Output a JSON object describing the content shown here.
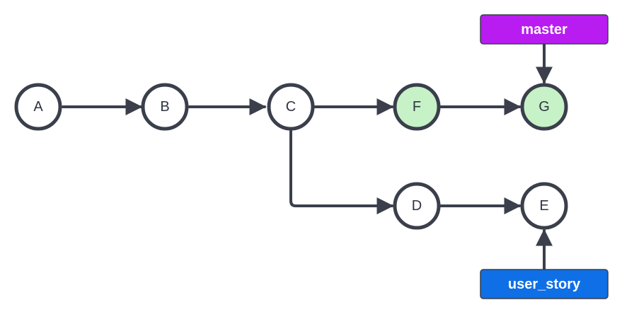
{
  "colors": {
    "stroke": "#3a3f4b",
    "node_default_fill": "#ffffff",
    "node_highlight_fill": "#c7f2c7",
    "master_fill": "#b91cf0",
    "user_story_fill": "#0f6fe6"
  },
  "nodes": [
    {
      "id": "A",
      "label": "A",
      "highlight": false
    },
    {
      "id": "B",
      "label": "B",
      "highlight": false
    },
    {
      "id": "C",
      "label": "C",
      "highlight": false
    },
    {
      "id": "F",
      "label": "F",
      "highlight": true
    },
    {
      "id": "G",
      "label": "G",
      "highlight": true
    },
    {
      "id": "D",
      "label": "D",
      "highlight": false
    },
    {
      "id": "E",
      "label": "E",
      "highlight": false
    }
  ],
  "edges": [
    {
      "from": "A",
      "to": "B"
    },
    {
      "from": "B",
      "to": "C"
    },
    {
      "from": "C",
      "to": "F"
    },
    {
      "from": "F",
      "to": "G"
    },
    {
      "from": "C",
      "to": "D"
    },
    {
      "from": "D",
      "to": "E"
    }
  ],
  "branches": [
    {
      "id": "master",
      "label": "master",
      "points_to": "G",
      "color": "#b91cf0"
    },
    {
      "id": "user-story",
      "label": "user_story",
      "points_to": "E",
      "color": "#0f6fe6"
    }
  ]
}
